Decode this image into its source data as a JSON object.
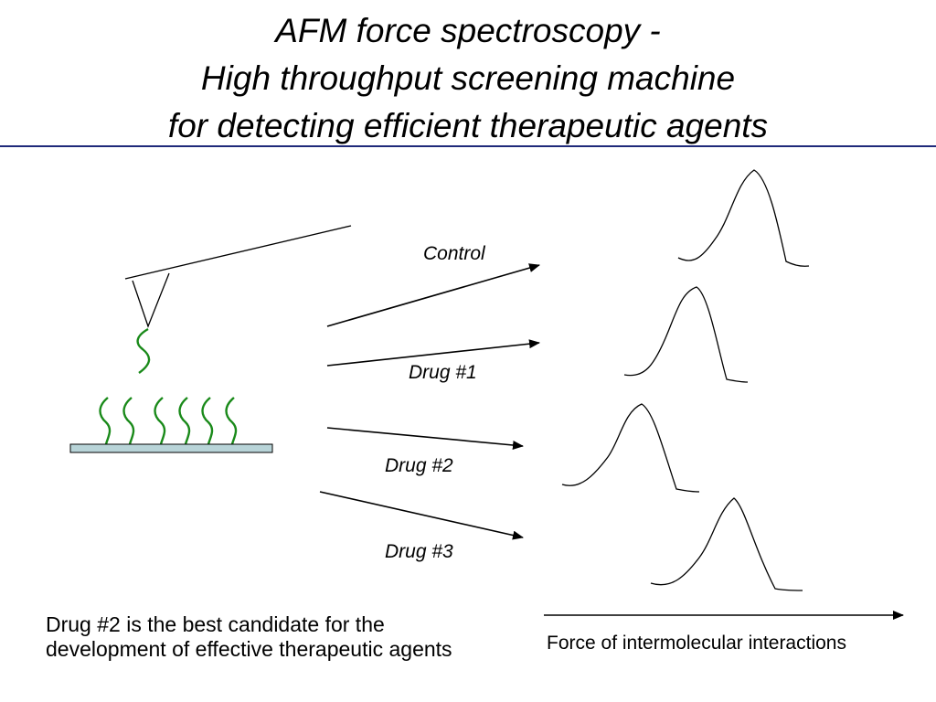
{
  "slide": {
    "title_lines": [
      "AFM force spectroscopy -",
      "High throughput screening machine",
      "for detecting efficient therapeutic agents"
    ],
    "labels": {
      "control": "Control",
      "drug1": "Drug #1",
      "drug2": "Drug #2",
      "drug3": "Drug #3"
    },
    "conclusion": "Drug #2 is the best candidate for the development of effective therapeutic agents",
    "axis_label": "Force of intermolecular interactions"
  },
  "colors": {
    "title_rule": "#1f2a7a",
    "molecule": "#1a8a1a",
    "substrate_fill": "#b8d4d8",
    "line": "#000000"
  }
}
